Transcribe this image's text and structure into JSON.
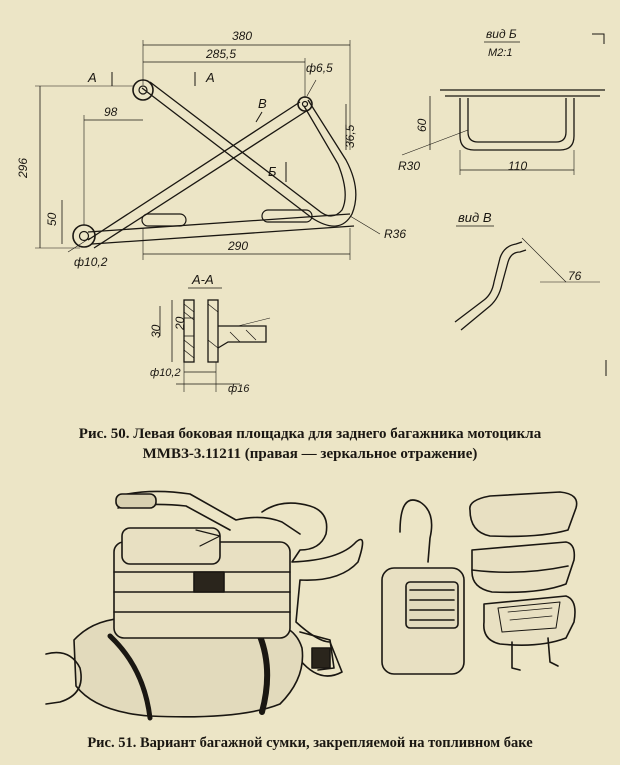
{
  "fig50": {
    "dims": {
      "d380": "380",
      "d285": "285,5",
      "d6_5": "ф6,5",
      "d98": "98",
      "d296": "296",
      "d36_5": "36,5",
      "d50": "50",
      "d290": "290",
      "d10_2": "ф10,2",
      "dR36": "R36"
    },
    "labels": {
      "A_left": "А",
      "A_right": "А",
      "B_view": "В",
      "Bb_view": "Б"
    },
    "view_b": {
      "title": "вид Б",
      "scale": "М2:1",
      "d60": "60",
      "dR30": "R30",
      "d110": "110"
    },
    "view_v": {
      "title": "вид В",
      "d76": "76"
    },
    "section_aa": {
      "title": "А-А",
      "d20": "20",
      "d30": "30",
      "d10_2": "ф10,2",
      "d16": "ф16"
    },
    "caption_line1": "Рис. 50. Левая боковая площадка для заднего багажника мотоцикла",
    "caption_line2": "ММВЗ-3.11211 (правая — зеркальное отражение)"
  },
  "fig51": {
    "caption": "Рис. 51. Вариант багажной сумки, закрепляемой на топливном баке"
  }
}
